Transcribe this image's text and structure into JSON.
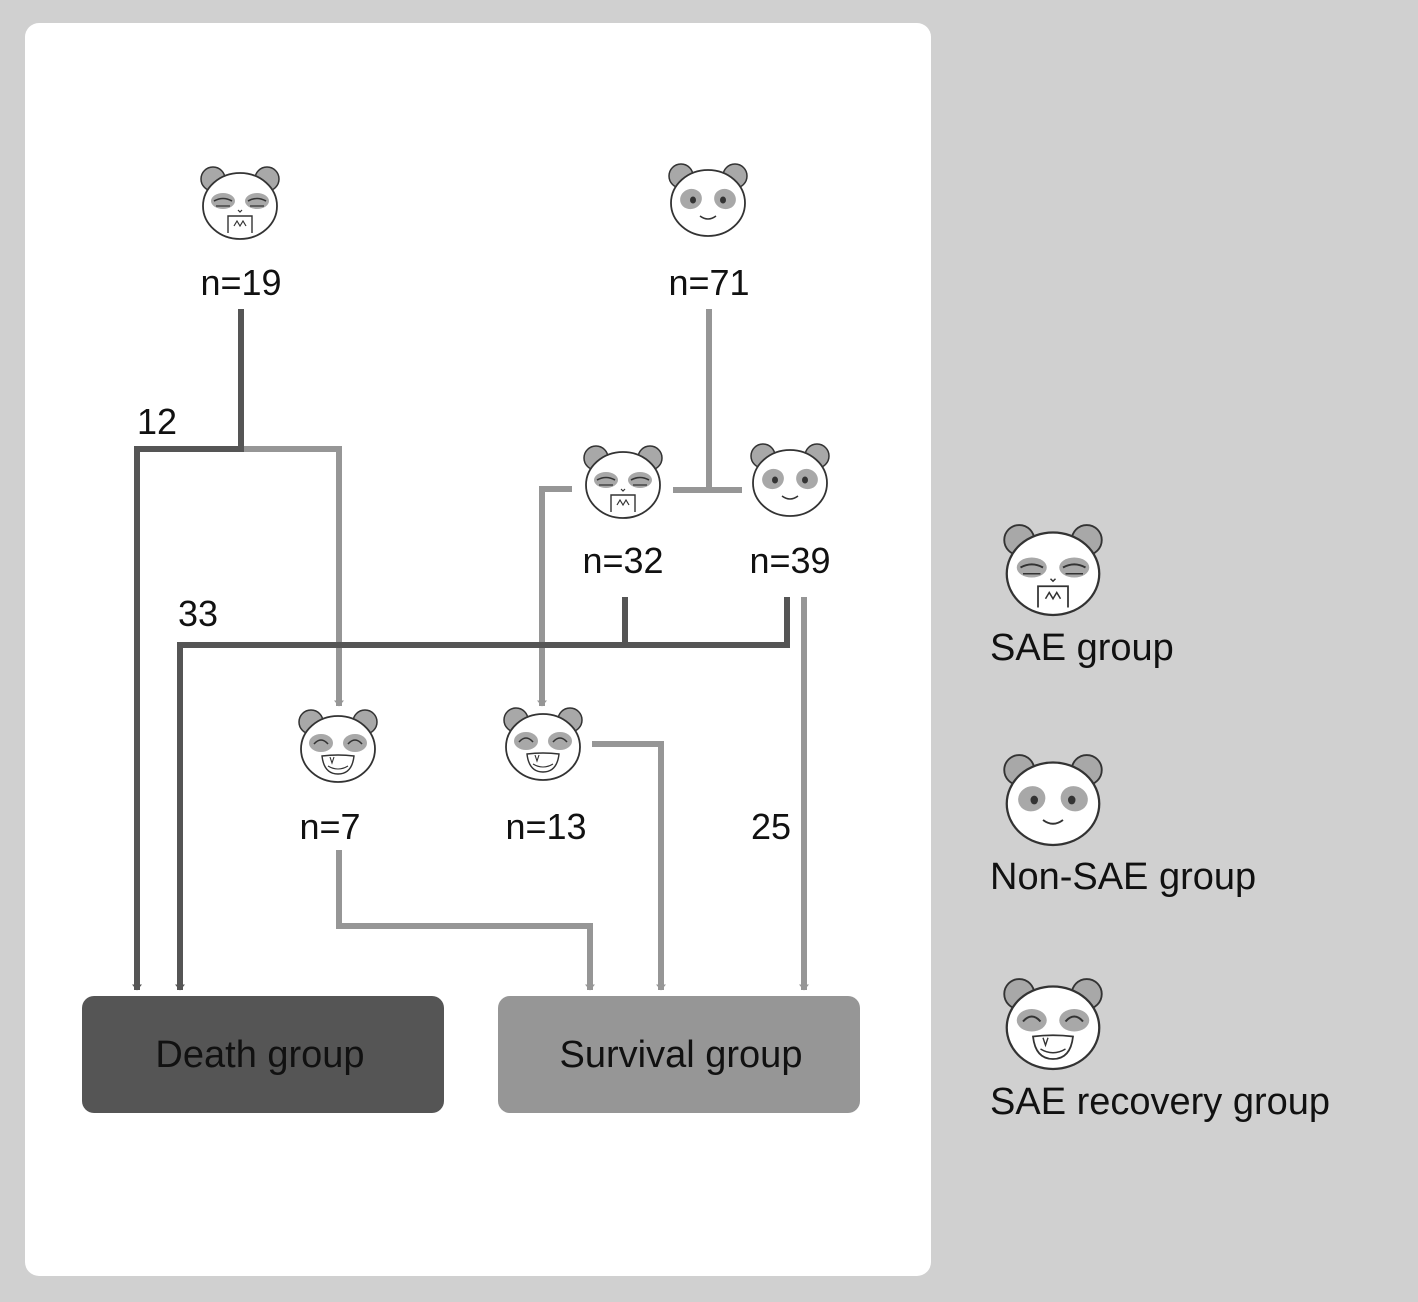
{
  "nodes": {
    "sae_start": {
      "count": "n=19",
      "face": "sae-panda-icon"
    },
    "nonsae_start": {
      "count": "n=71",
      "face": "non-sae-panda-icon"
    },
    "sae_mid": {
      "count": "n=32",
      "face": "sae-panda-icon"
    },
    "nonsae_mid": {
      "count": "n=39",
      "face": "non-sae-panda-icon"
    },
    "recovery_a": {
      "count": "n=7",
      "face": "sae-recovery-panda-icon"
    },
    "recovery_b": {
      "count": "n=13",
      "face": "sae-recovery-panda-icon"
    }
  },
  "edge_labels": {
    "sae_start_to_death": "12",
    "mid_to_death": "33",
    "nonsae_mid_to_survival": "25"
  },
  "outcomes": {
    "death": "Death group",
    "survival": "Survival group"
  },
  "legend": [
    {
      "label": "SAE group",
      "icon": "sae-panda-icon"
    },
    {
      "label": "Non-SAE group",
      "icon": "non-sae-panda-icon"
    },
    {
      "label": "SAE recovery group",
      "icon": "sae-recovery-panda-icon"
    }
  ],
  "colors": {
    "page_background": "#d0d0d0",
    "panel_background": "#ffffff",
    "death_box": "#555555",
    "survival_box": "#969696",
    "dark_line": "#555555",
    "light_line": "#969696"
  }
}
